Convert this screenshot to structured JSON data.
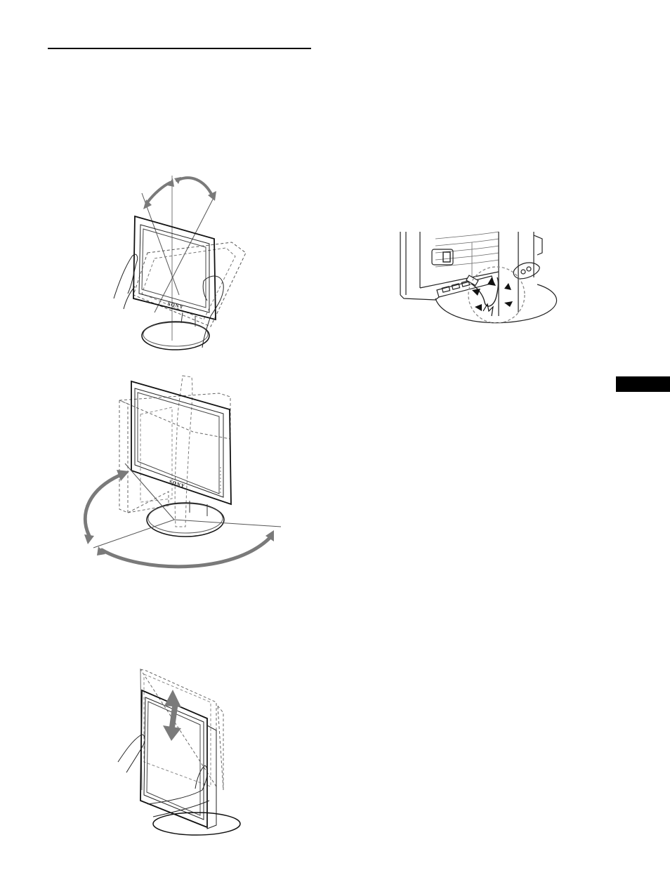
{
  "page": {
    "background": "#ffffff",
    "section_rule": {
      "color": "#000000"
    },
    "thumb_tab": {
      "color": "#000000"
    }
  },
  "figures": [
    {
      "id": "tilt",
      "description": "Monitor tilted forward/backward with both hands; curved double arrows show tilt range",
      "brand_label": "SONY",
      "arrow_color": "#7a7a7a"
    },
    {
      "id": "swivel",
      "description": "Monitor swiveled left/right on its round base; large curved arrows show swivel range",
      "brand_label": "SONY",
      "arrow_color": "#7a7a7a"
    },
    {
      "id": "height",
      "description": "Monitor raised/lowered with both hands; vertical double arrow shows height adjustment",
      "arrow_color": "#7a7a7a"
    },
    {
      "id": "cable-holder",
      "description": "Rear view of stand base with cable holder; dashed circle highlights clip snapping into place",
      "highlight": "dashed-circle"
    }
  ]
}
